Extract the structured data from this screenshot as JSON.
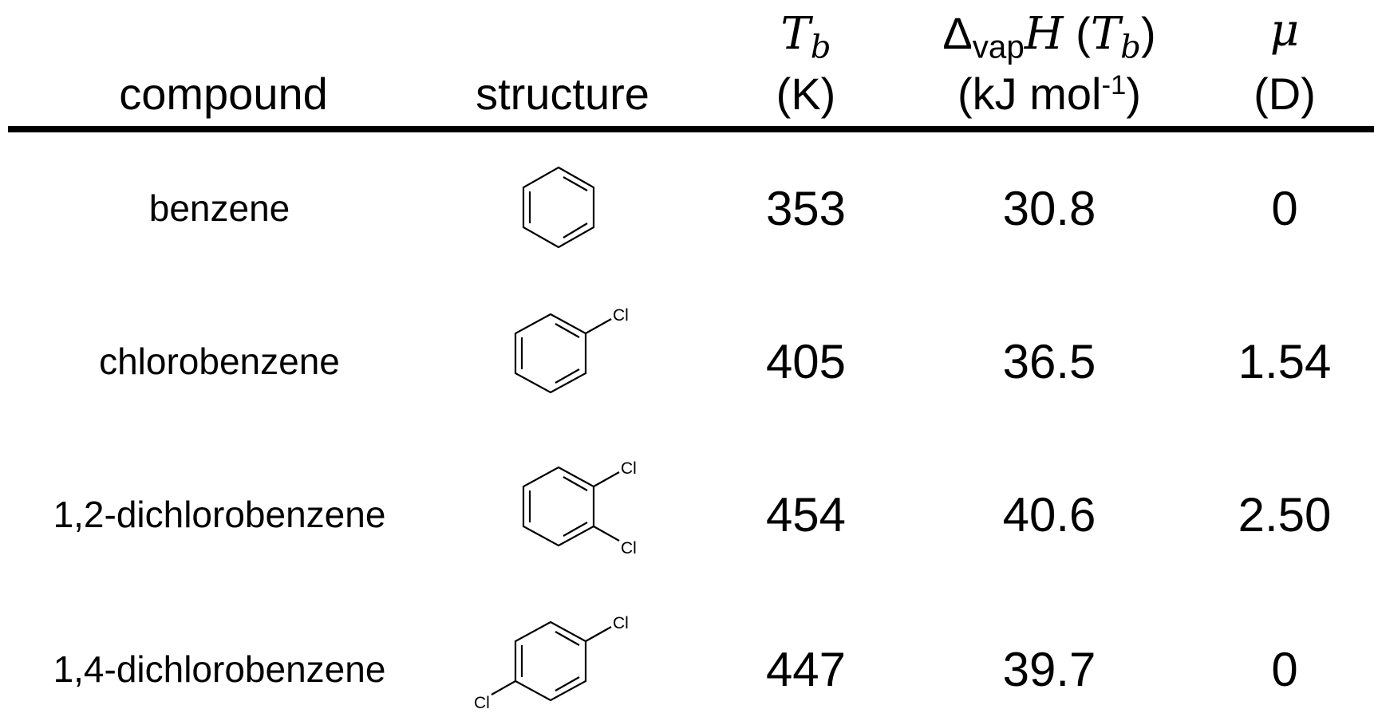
{
  "header": {
    "compound": "compound",
    "structure": "structure",
    "tb_symbol": "T",
    "tb_sub": "b",
    "tb_unit": "(K)",
    "dh_delta": "Δ",
    "dh_vap": "vap",
    "dh_H": "H",
    "dh_paren_open": " (",
    "dh_T": "T",
    "dh_Tsub": "b",
    "dh_paren_close": ")",
    "dh_unit_pre": "(kJ mol",
    "dh_unit_sup": "-1",
    "dh_unit_post": ")",
    "mu_symbol": "μ",
    "mu_unit": "(D)"
  },
  "rows": [
    {
      "compound": "benzene",
      "structure_labels": [],
      "tb": "353",
      "dvaph": "30.8",
      "mu": "0"
    },
    {
      "compound": "chlorobenzene",
      "structure_labels": [
        "Cl"
      ],
      "tb": "405",
      "dvaph": "36.5",
      "mu": "1.54"
    },
    {
      "compound": "1,2-dichlorobenzene",
      "structure_labels": [
        "Cl",
        "Cl"
      ],
      "tb": "454",
      "dvaph": "40.6",
      "mu": "2.50"
    },
    {
      "compound": "1,4-dichlorobenzene",
      "structure_labels": [
        "Cl",
        "Cl"
      ],
      "tb": "447",
      "dvaph": "39.7",
      "mu": "0"
    }
  ]
}
